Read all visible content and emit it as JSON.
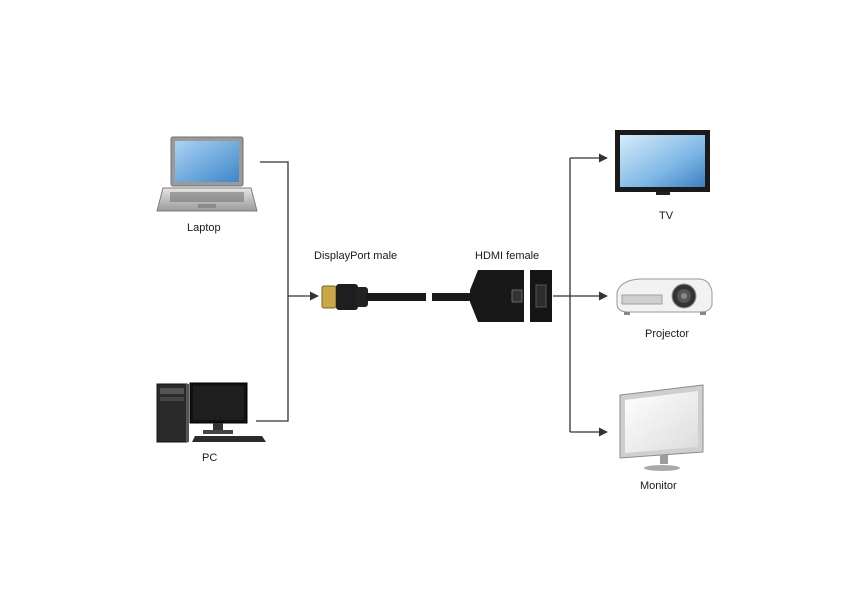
{
  "diagram": {
    "devices_left": [
      {
        "id": "laptop",
        "label": "Laptop",
        "icon": "laptop-icon"
      },
      {
        "id": "pc",
        "label": "PC",
        "icon": "desktop-pc-icon"
      }
    ],
    "adapter": {
      "input_label": "DisplayPort male",
      "output_label": "HDMI female",
      "input_icon": "displayport-connector-icon",
      "output_icon": "hdmi-adapter-icon"
    },
    "devices_right": [
      {
        "id": "tv",
        "label": "TV",
        "icon": "tv-icon"
      },
      {
        "id": "projector",
        "label": "Projector",
        "icon": "projector-icon"
      },
      {
        "id": "monitor",
        "label": "Monitor",
        "icon": "monitor-icon"
      }
    ],
    "colors": {
      "line": "#333333",
      "device_dark": "#1c1c1c",
      "screen_blue": "#5b9bd5",
      "silver": "#c8c8c8"
    }
  }
}
